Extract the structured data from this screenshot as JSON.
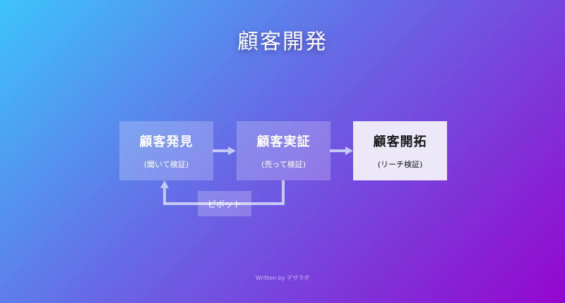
{
  "title": "顧客開発",
  "steps": [
    {
      "label": "顧客発見",
      "sub": "(聞いて検証)"
    },
    {
      "label": "顧客実証",
      "sub": "(売って検証)"
    },
    {
      "label": "顧客開拓",
      "sub": "(リーチ検証)"
    }
  ],
  "pivot": "ピボット",
  "footer": "Written by デザラボ",
  "colors": {
    "gradient_start": "#3dc4fb",
    "gradient_end": "#9406cf",
    "arrow": "#c6c8f5",
    "highlight_box": "#ece8f8"
  }
}
